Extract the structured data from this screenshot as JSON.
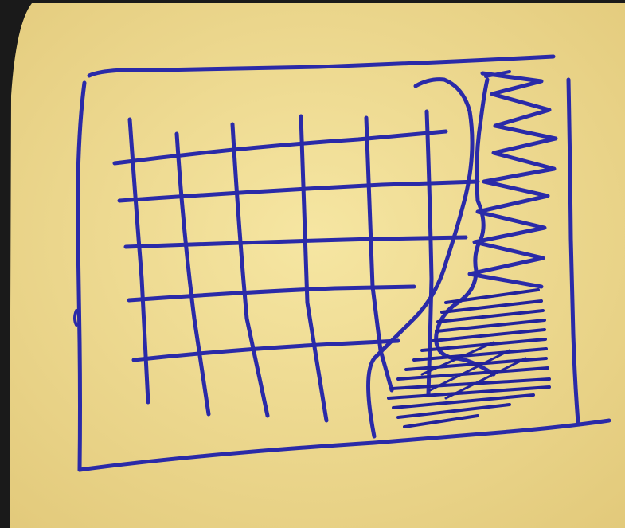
{
  "colors": {
    "paper": "#f1de8f",
    "paper_shade": "#e6cf7b",
    "ink": "#2a2aa8",
    "ink_dark": "#1e1e8c",
    "background": "#1a1a1a"
  },
  "sketch": {
    "kind": "hand-drawn pen sketch on yellow paper",
    "elements": [
      "outer-frame",
      "grid-lines",
      "wavy-curve",
      "zigzag-scribble",
      "hatched-shading"
    ]
  }
}
